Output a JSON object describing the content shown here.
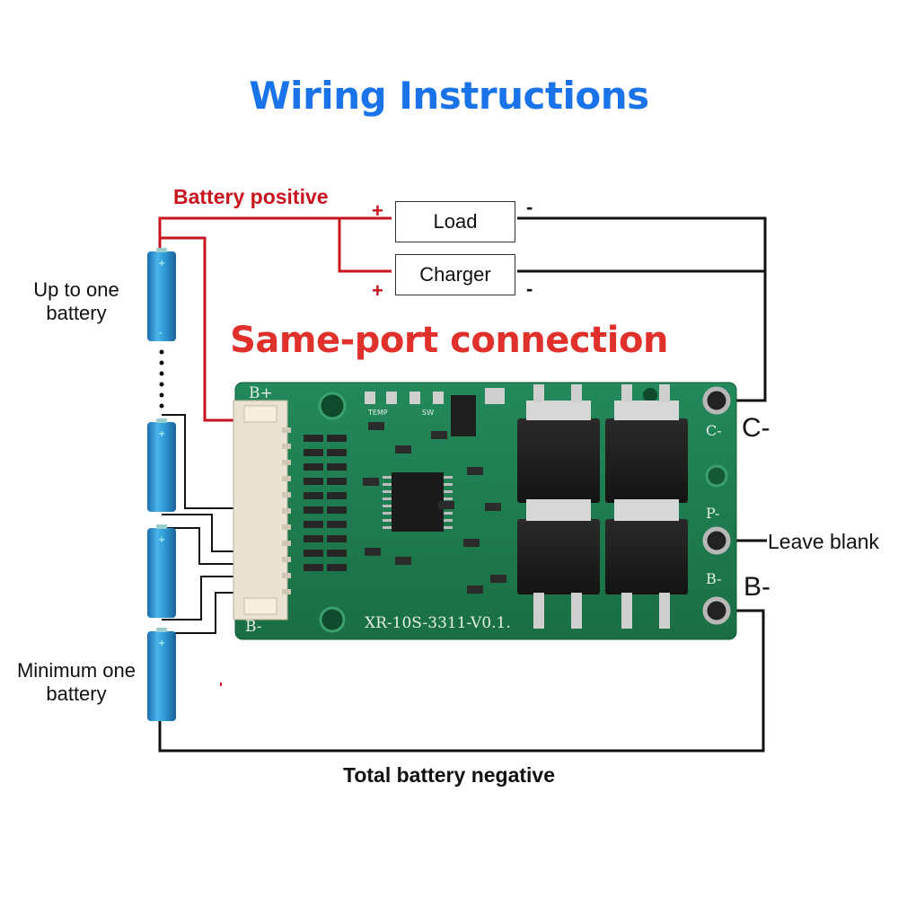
{
  "title": "Wiring Instructions",
  "subtitle": "Same-port connection",
  "labels": {
    "battery_positive": "Battery positive",
    "total_battery_negative": "Total battery negative",
    "up_to_one_battery": "Up to one battery",
    "minimum_one_battery": "Minimum one battery",
    "leave_blank": "Leave blank",
    "c_minus": "C-",
    "b_minus": "B-"
  },
  "boxes": {
    "load": "Load",
    "charger": "Charger"
  },
  "signs": {
    "plus": "+",
    "minus": "-"
  },
  "board": {
    "silkscreen_model": "XR-10S-3311-V0.1.",
    "pad_b_plus": "B+",
    "pad_b_minus": "B-",
    "pad_c_minus": "C-",
    "pad_p_minus": "P-",
    "pad_b_minus_right": "B-",
    "temp_label": "TEMP",
    "sw_label": "SW"
  },
  "colors": {
    "title": "#1a73e8",
    "subtitle": "#e0302b",
    "positive_wire": "#c8141e",
    "negative_wire": "#111111",
    "pcb": "#1e7a4c",
    "battery": "#2f9bd6"
  }
}
